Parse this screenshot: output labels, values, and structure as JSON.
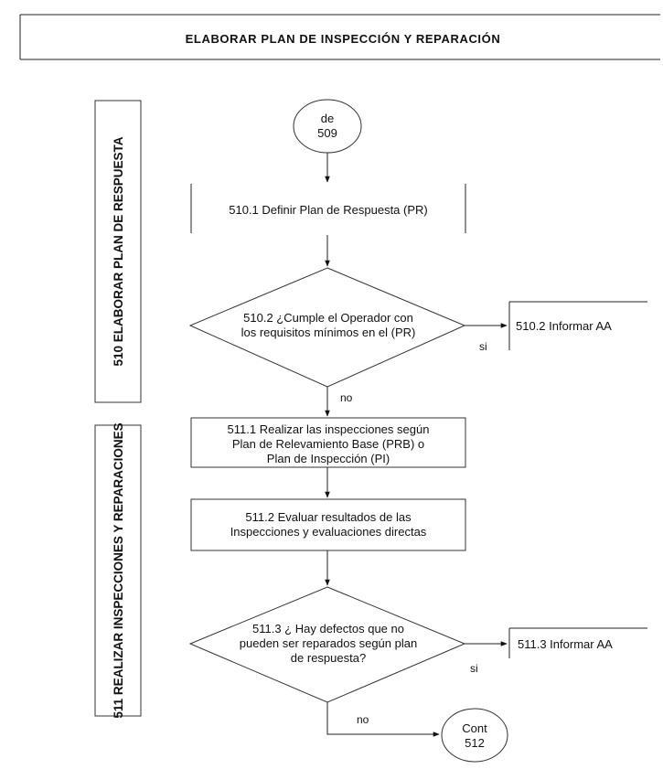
{
  "title": "ELABORAR PLAN DE INSPECCIÓN Y REPARACIÓN",
  "lanes": {
    "lane_510": "510 ELABORAR PLAN DE RESPUESTA",
    "lane_511": "511 REALIZAR INSPECCIONES Y REPARACIONES"
  },
  "start": {
    "line1": "de",
    "line2": "509"
  },
  "step_510_1": "510.1 Definir Plan de Respuesta (PR)",
  "decision_510_2": {
    "line1": "510.2 ¿Cumple el Operador con",
    "line2": "los requisitos mínimos en el (PR)"
  },
  "inform_510_2": "510.2 Informar AA",
  "label_si_1": "si",
  "label_no_1": "no",
  "step_511_1": {
    "line1": "511.1 Realizar las inspecciones según",
    "line2": "Plan de Relevamiento Base (PRB) o",
    "line3": "Plan de Inspección (PI)"
  },
  "step_511_2": {
    "line1": "511.2 Evaluar resultados de las",
    "line2": "Inspecciones y evaluaciones directas"
  },
  "decision_511_3": {
    "line1": "511.3 ¿ Hay defectos que no",
    "line2": "pueden ser reparados según plan",
    "line3": "de respuesta?"
  },
  "inform_511_3": "511.3 Informar AA",
  "label_si_2": "si",
  "label_no_2": "no",
  "end": {
    "line1": "Cont",
    "line2": "512"
  }
}
